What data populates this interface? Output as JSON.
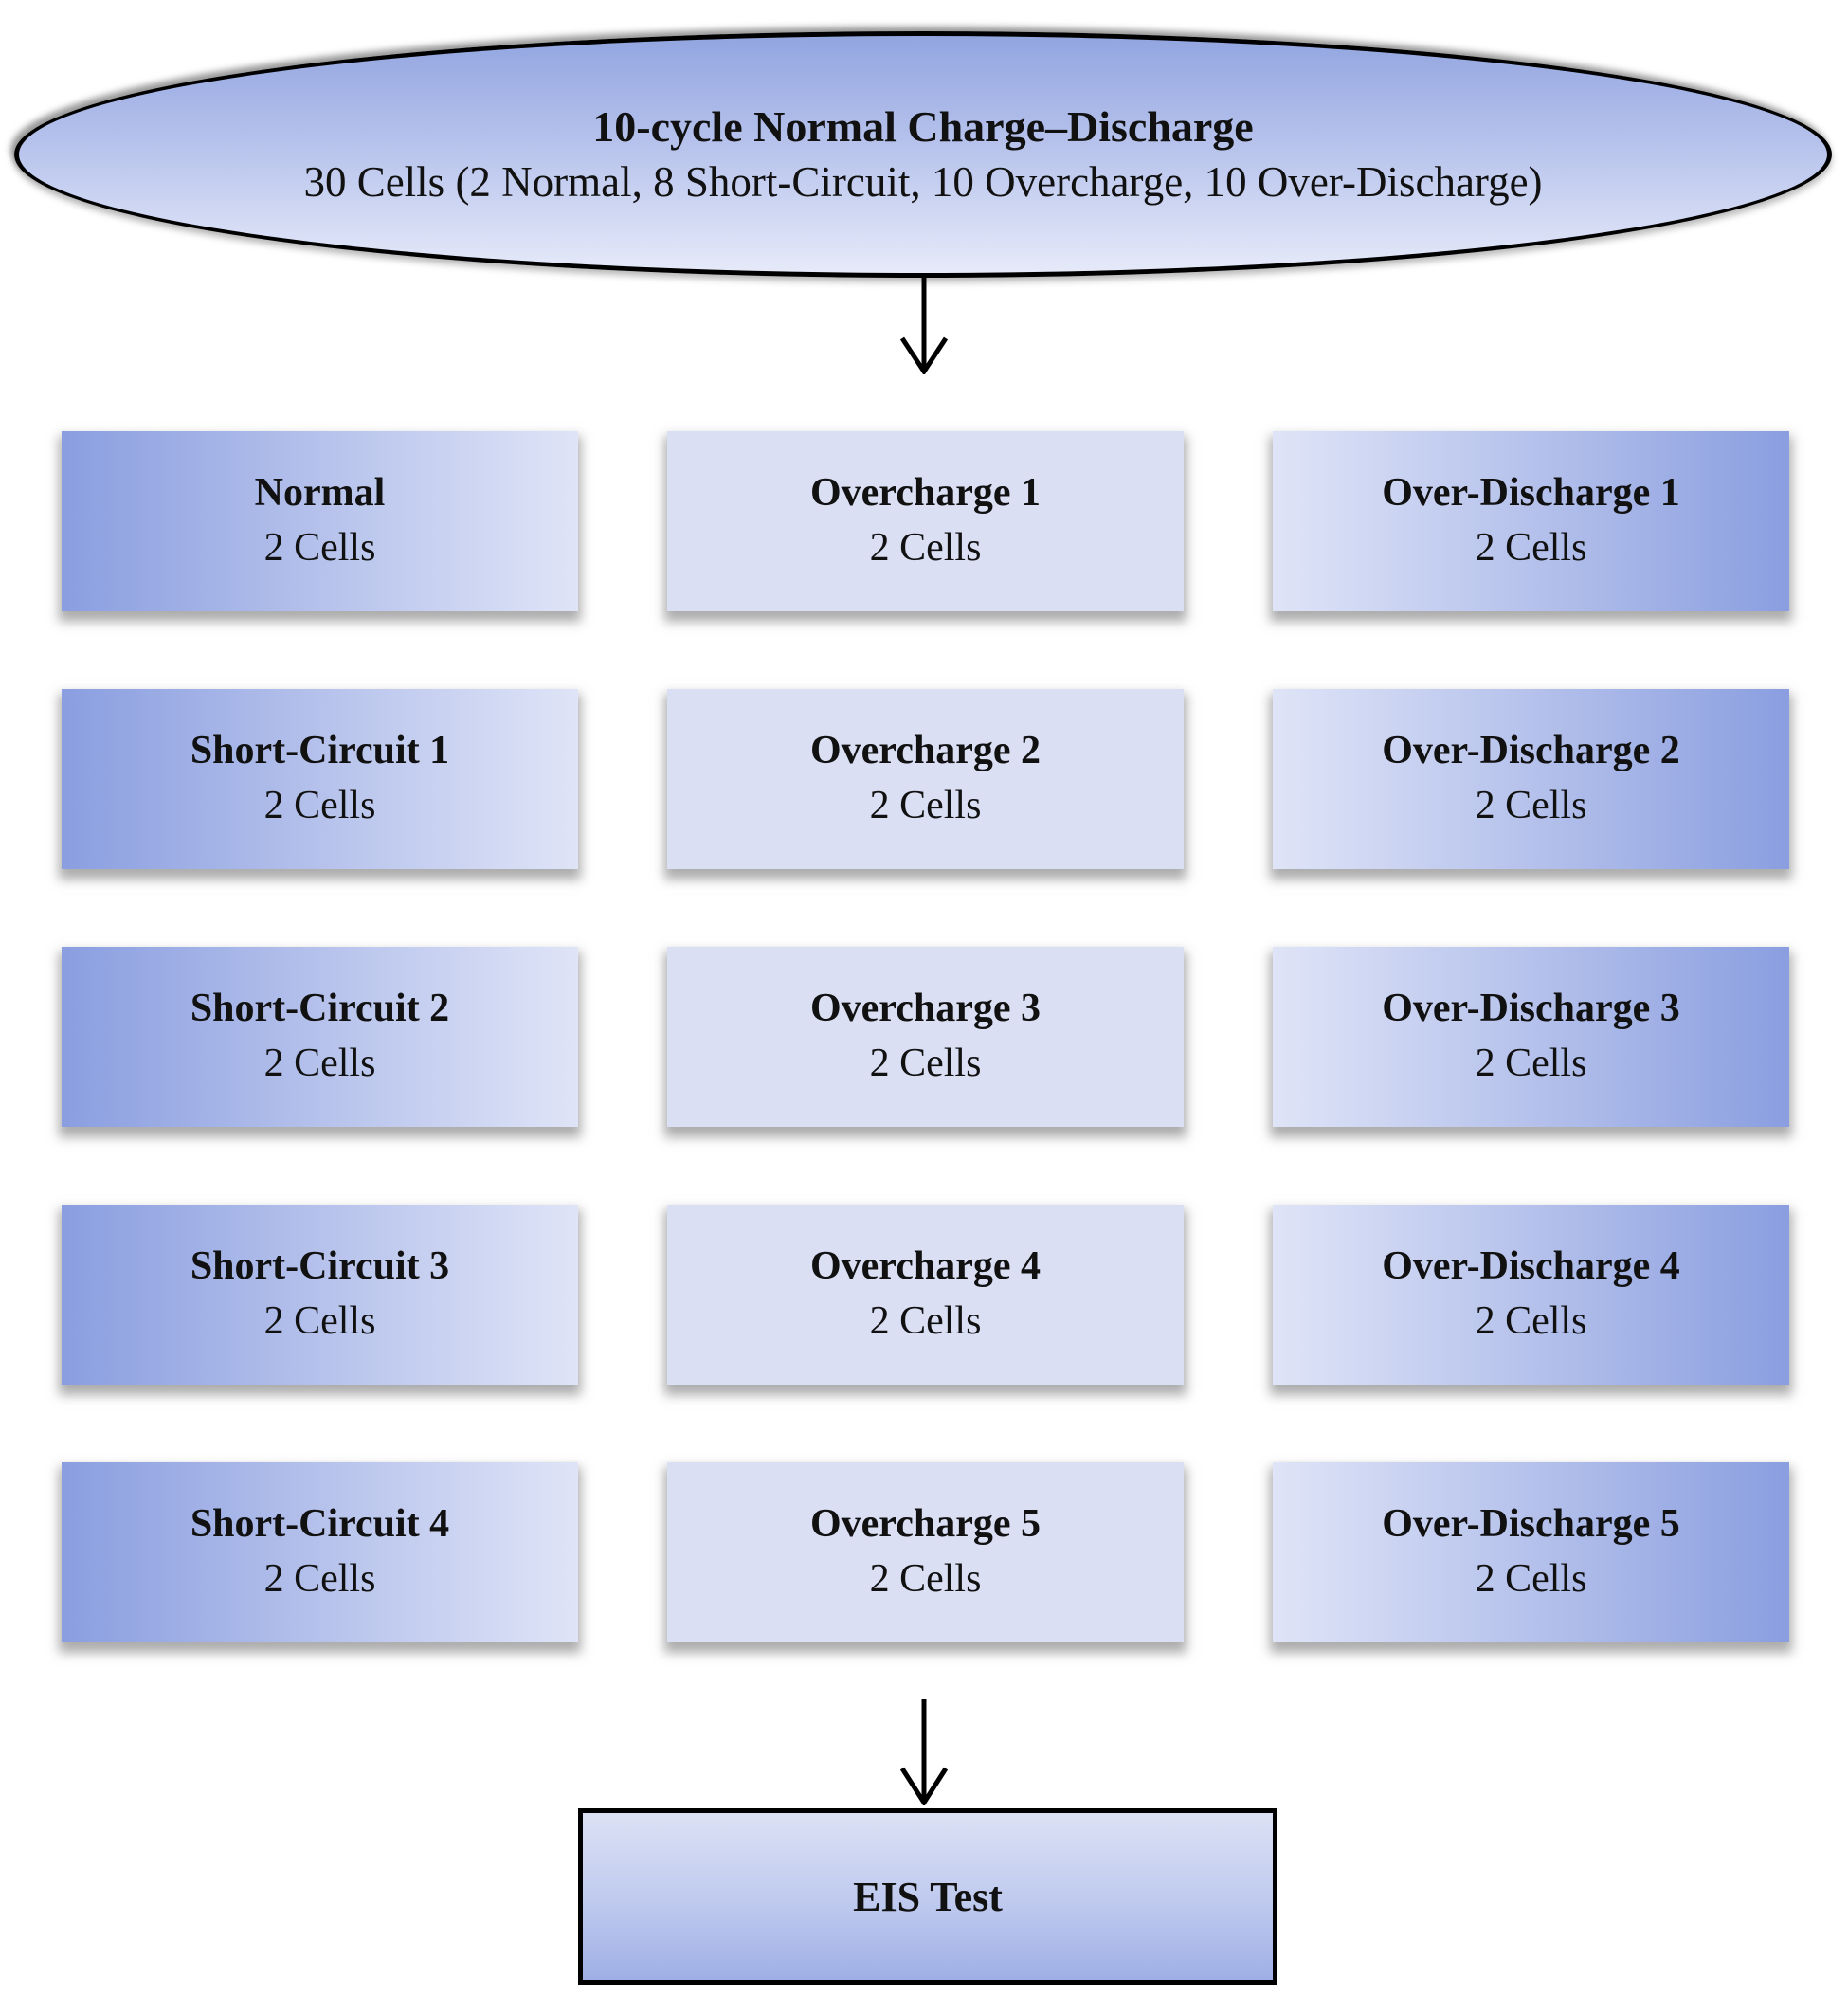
{
  "start": {
    "title": "10-cycle Normal Charge–Discharge",
    "subtitle": "30 Cells (2 Normal, 8 Short-Circuit, 10 Overcharge, 10 Over-Discharge)"
  },
  "boxes": [
    {
      "label": "Normal",
      "count": "2 Cells"
    },
    {
      "label": "Overcharge 1",
      "count": "2 Cells"
    },
    {
      "label": "Over-Discharge 1",
      "count": "2 Cells"
    },
    {
      "label": "Short-Circuit 1",
      "count": "2 Cells"
    },
    {
      "label": "Overcharge 2",
      "count": "2 Cells"
    },
    {
      "label": "Over-Discharge 2",
      "count": "2 Cells"
    },
    {
      "label": "Short-Circuit 2",
      "count": "2 Cells"
    },
    {
      "label": "Overcharge 3",
      "count": "2 Cells"
    },
    {
      "label": "Over-Discharge 3",
      "count": "2 Cells"
    },
    {
      "label": "Short-Circuit 3",
      "count": "2 Cells"
    },
    {
      "label": "Overcharge 4",
      "count": "2 Cells"
    },
    {
      "label": "Over-Discharge 4",
      "count": "2 Cells"
    },
    {
      "label": "Short-Circuit 4",
      "count": "2 Cells"
    },
    {
      "label": "Overcharge 5",
      "count": "2 Cells"
    },
    {
      "label": "Over-Discharge 5",
      "count": "2 Cells"
    }
  ],
  "end": {
    "label": "EIS Test"
  },
  "colors": {
    "box_gradient_dark": "#8a9ee0",
    "box_gradient_light": "#dfe4f7",
    "box_flat_light": "#dadff4",
    "ellipse_top": "#92a5e0",
    "ellipse_bottom": "#e6eaf9",
    "end_box_top": "#dce1f5",
    "end_box_bottom": "#9fafe6",
    "outline": "#000000",
    "text": "#111111"
  }
}
